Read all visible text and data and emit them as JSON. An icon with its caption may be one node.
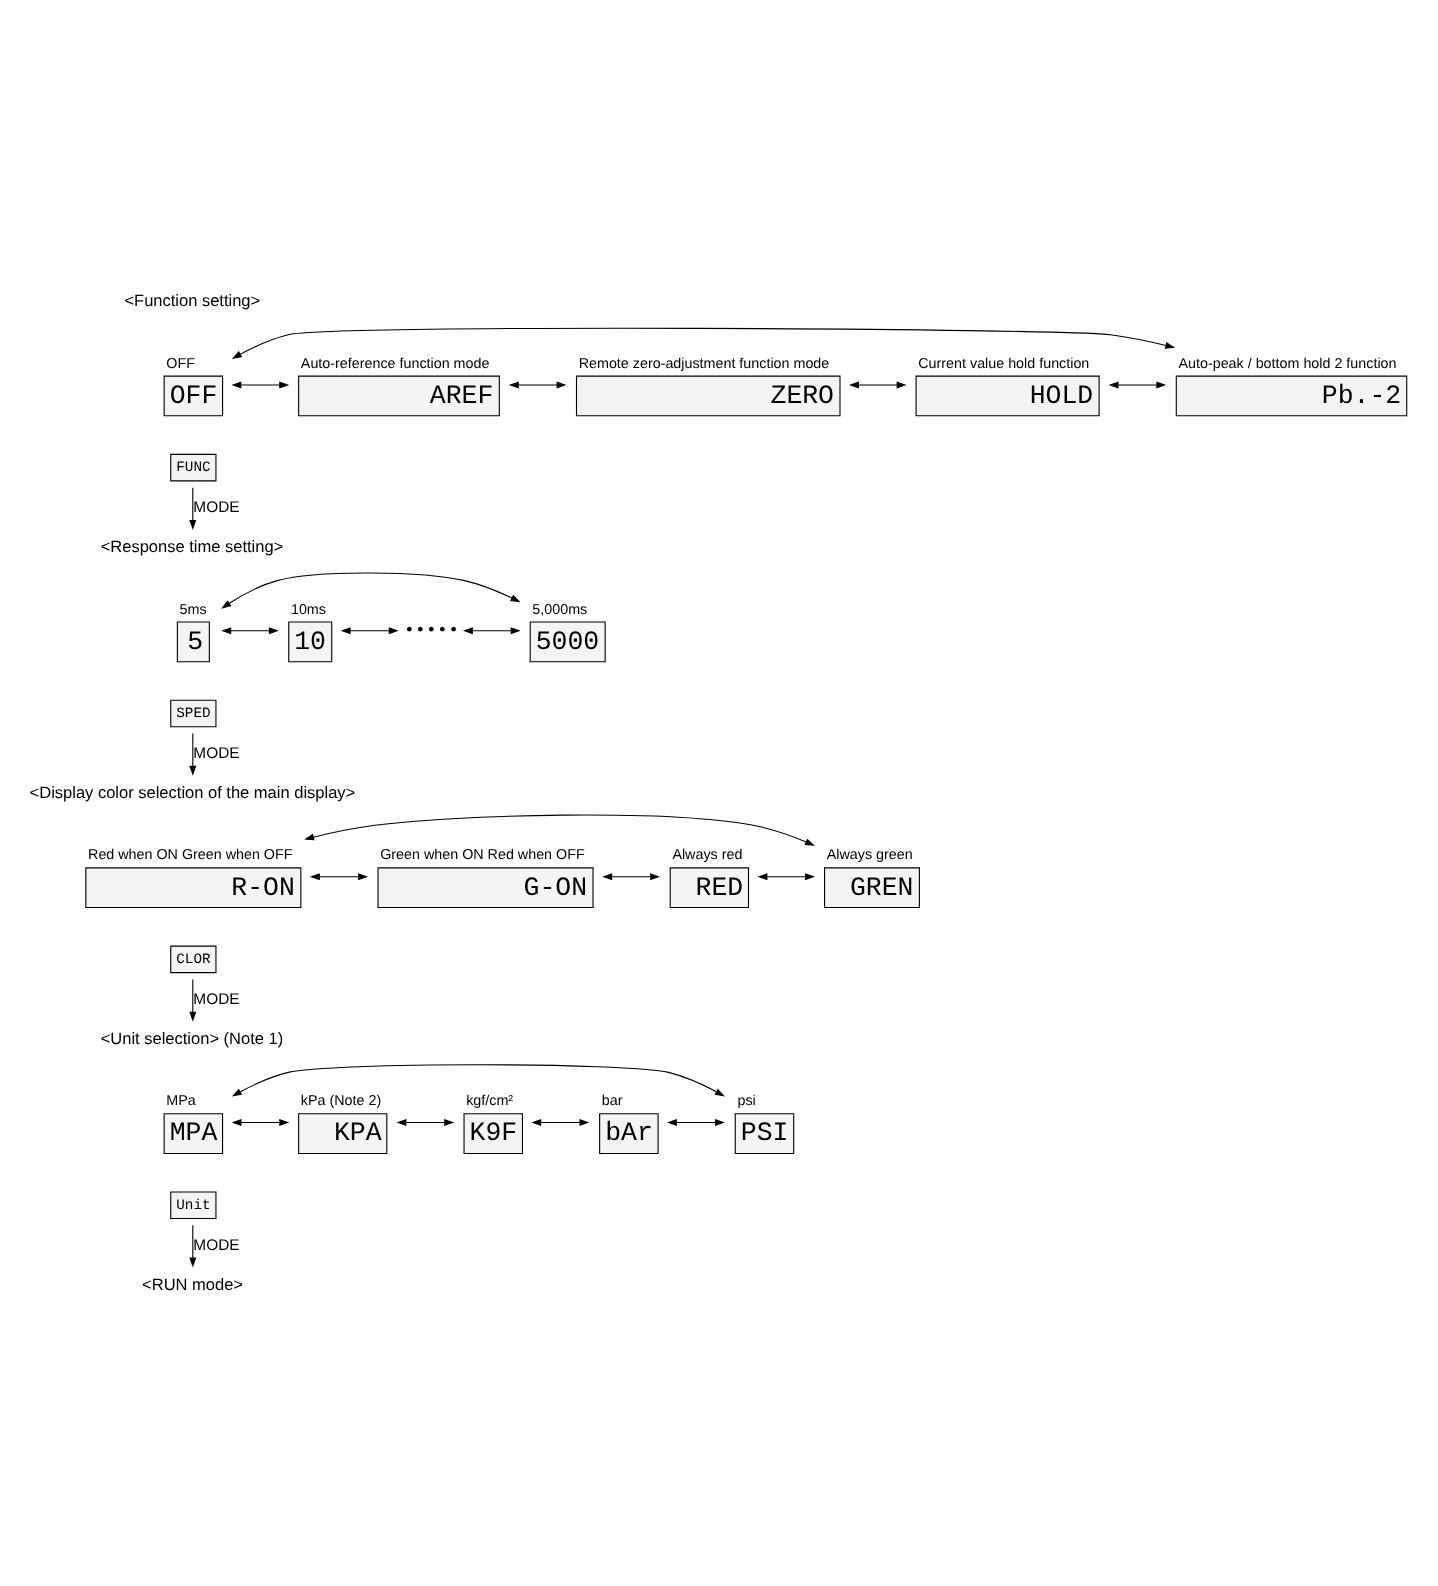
{
  "diagram": {
    "nodes": [
      {
        "text": [
          "<Function setting>"
        ]
      },
      {
        "text": [
          "OFF"
        ],
        "beside": [
          "OFF"
        ]
      },
      {
        "text": [
          "AREF"
        ],
        "beside": [
          "Auto-reference function mode"
        ]
      },
      {
        "text": [
          "ZERO"
        ],
        "beside": [
          "Remote zero-adjustment function mode"
        ]
      },
      {
        "text": [
          "HOLD"
        ],
        "beside": [
          "Current value hold function"
        ]
      },
      {
        "text": [
          "Pb.-2"
        ],
        "beside": [
          "Auto-peak / bottom hold 2 function"
        ]
      },
      {
        "text": [
          "FUNC"
        ]
      },
      {
        "text": [
          "<Response time setting>"
        ]
      },
      {
        "text": [
          "5"
        ],
        "beside": [
          "5ms"
        ]
      },
      {
        "text": [
          "10"
        ],
        "beside": [
          "10ms"
        ]
      },
      {
        "text": [
          "• • • • •"
        ]
      },
      {
        "text": [
          "5000"
        ],
        "beside": [
          "5,000ms"
        ]
      },
      {
        "text": [
          "SPED"
        ]
      },
      {
        "text": [
          "<Display color selection of the main display>"
        ]
      },
      {
        "text": [
          "R-ON"
        ],
        "beside": [
          "Red when ON Green when OFF"
        ]
      },
      {
        "text": [
          "G-ON"
        ],
        "beside": [
          "Green when ON Red when OFF"
        ]
      },
      {
        "text": [
          "RED"
        ],
        "beside": [
          "Always red"
        ]
      },
      {
        "text": [
          "GREN"
        ],
        "beside": [
          "Always green"
        ]
      },
      {
        "text": [
          "CLOR"
        ]
      },
      {
        "text": [
          "<Unit selection> (Note 1)"
        ]
      },
      {
        "text": [
          "MPA"
        ],
        "beside": [
          "MPa"
        ]
      },
      {
        "text": [
          "KPA"
        ],
        "beside": [
          "kPa (Note 2)"
        ]
      },
      {
        "text": [
          "K9F"
        ],
        "beside": [
          "kgf/cm²"
        ]
      },
      {
        "text": [
          "bAr"
        ],
        "beside": [
          "bar"
        ]
      },
      {
        "text": [
          "PSI"
        ],
        "beside": [
          "psi"
        ]
      },
      {
        "text": [
          "Unit"
        ]
      },
      {
        "text": [
          "<RUN mode>"
        ]
      }
    ],
    "edges": [
      {
        "from": 1,
        "to": 2,
        "arrow": "both"
      },
      {
        "from": 2,
        "to": 3,
        "arrow": "both"
      },
      {
        "from": 3,
        "to": 4,
        "arrow": "both"
      },
      {
        "from": 4,
        "to": 5,
        "arrow": "both"
      },
      {
        "from": 5,
        "to": 1,
        "arrow": "both"
      },
      {
        "from": 6,
        "to": 7,
        "arrow": "to",
        "label": "MODE"
      },
      {
        "from": 8,
        "to": 9,
        "arrow": "both"
      },
      {
        "from": 9,
        "to": 10,
        "arrow": "both"
      },
      {
        "from": 10,
        "to": 11,
        "arrow": "both"
      },
      {
        "from": 11,
        "to": 8,
        "arrow": "both"
      },
      {
        "from": 12,
        "to": 13,
        "arrow": "to",
        "label": "MODE"
      },
      {
        "from": 14,
        "to": 15,
        "arrow": "both"
      },
      {
        "from": 15,
        "to": 16,
        "arrow": "both"
      },
      {
        "from": 16,
        "to": 17,
        "arrow": "both"
      },
      {
        "from": 17,
        "to": 14,
        "arrow": "both"
      },
      {
        "from": 18,
        "to": 19,
        "arrow": "to",
        "label": "MODE"
      },
      {
        "from": 20,
        "to": 21,
        "arrow": "both"
      },
      {
        "from": 21,
        "to": 22,
        "arrow": "both"
      },
      {
        "from": 22,
        "to": 23,
        "arrow": "both"
      },
      {
        "from": 23,
        "to": 24,
        "arrow": "both"
      },
      {
        "from": 24,
        "to": 20,
        "arrow": "both"
      },
      {
        "from": 25,
        "to": 26,
        "arrow": "to",
        "label": "MODE"
      }
    ]
  }
}
